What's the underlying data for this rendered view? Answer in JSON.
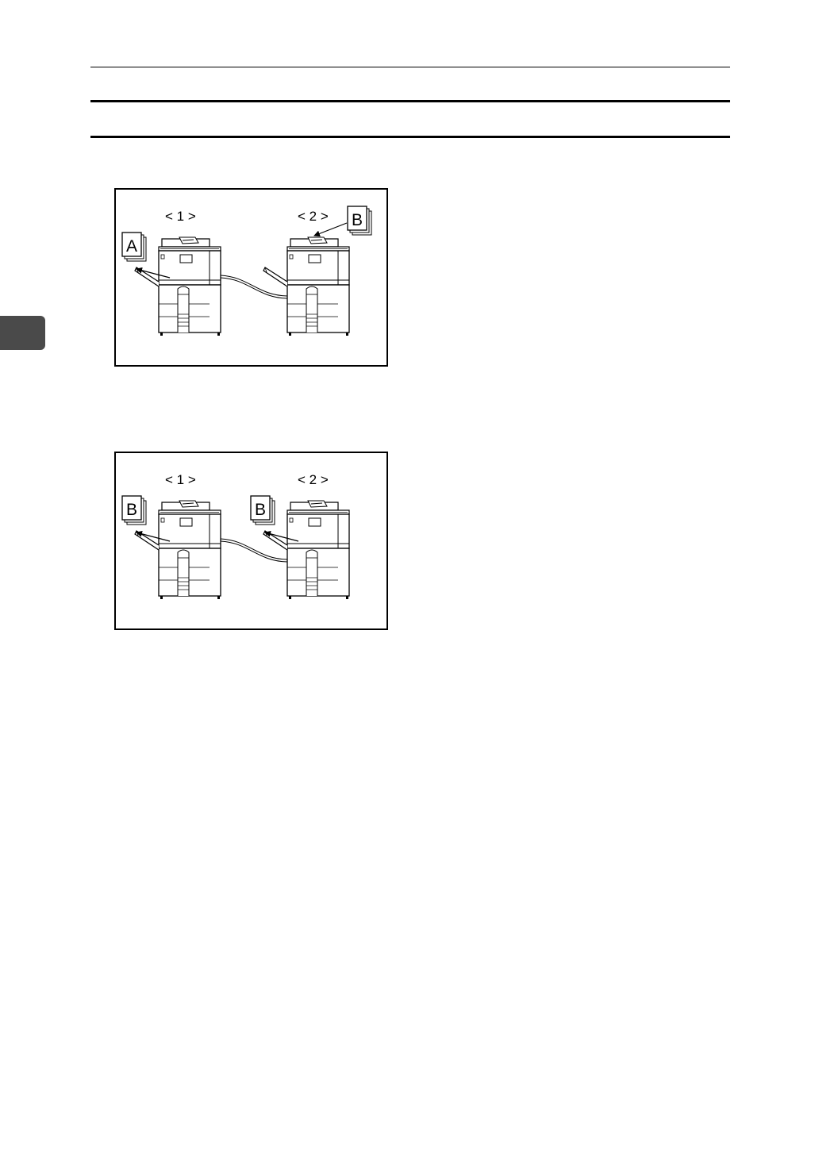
{
  "figure1": {
    "label_left": "< 1 >",
    "label_right": "< 2 >",
    "doc_left": "A",
    "doc_right": "B"
  },
  "figure2": {
    "label_left": "< 1 >",
    "label_right": "< 2 >",
    "doc_left": "B",
    "doc_right": "B"
  }
}
